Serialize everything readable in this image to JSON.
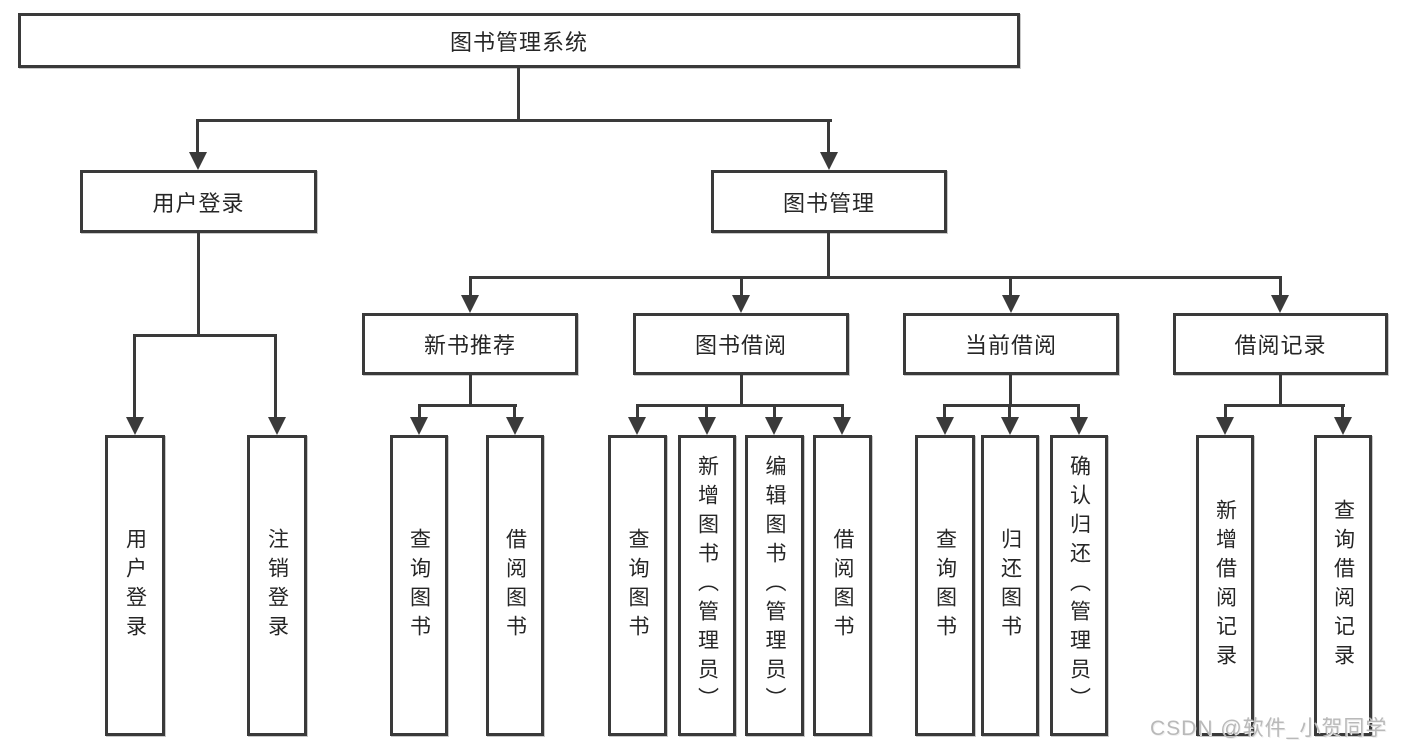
{
  "root": {
    "label": "图书管理系统"
  },
  "level2": {
    "user_login": {
      "label": "用户登录"
    },
    "book_mgmt": {
      "label": "图书管理"
    }
  },
  "level3": {
    "new_books": {
      "label": "新书推荐"
    },
    "book_borrow": {
      "label": "图书借阅"
    },
    "current_borrow": {
      "label": "当前借阅"
    },
    "borrow_records": {
      "label": "借阅记录"
    }
  },
  "leaves": {
    "user_login_login": "用户登录",
    "user_login_logout": "注销登录",
    "new_books_query": "查询图书",
    "new_books_borrow": "借阅图书",
    "book_borrow_query": "查询图书",
    "book_borrow_add": "新增图书（管理员）",
    "book_borrow_edit": "编辑图书（管理员）",
    "book_borrow_borrow": "借阅图书",
    "current_borrow_query": "查询图书",
    "current_borrow_return": "归还图书",
    "current_borrow_confirm": "确认归还（管理员）",
    "borrow_records_add": "新增借阅记录",
    "borrow_records_query": "查询借阅记录"
  },
  "watermark": {
    "text": "CSDN @软件_小贺同学"
  },
  "colors": {
    "line": "#3a3a3a",
    "text": "#262626",
    "watermark": "#b9b9b9",
    "background": "#ffffff"
  }
}
